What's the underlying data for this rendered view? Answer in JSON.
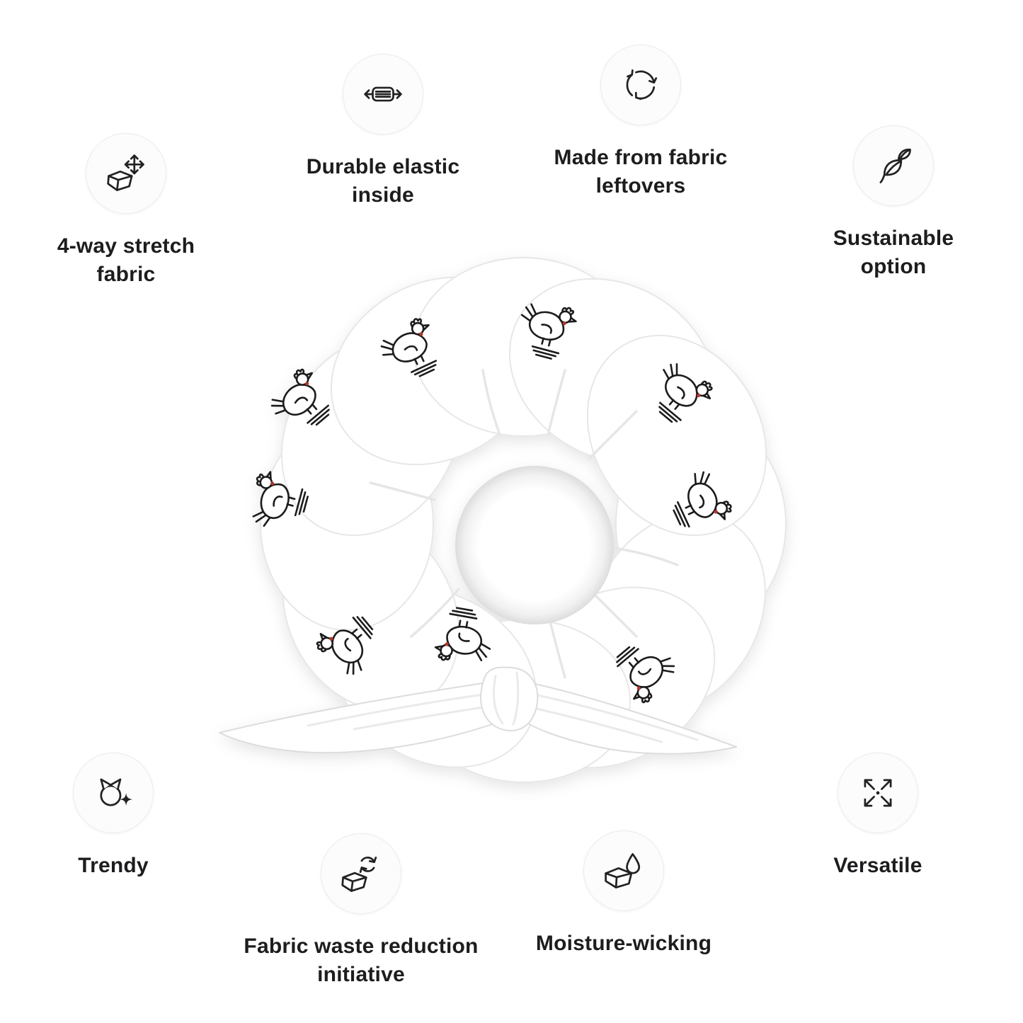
{
  "page": {
    "background": "#ffffff"
  },
  "colors": {
    "text": "#1d1d1f",
    "icon_stroke": "#222222",
    "icon_circle_fill": "#fcfcfc",
    "icon_circle_border": "#ececec",
    "wattle_red": "#b3392f"
  },
  "features": [
    {
      "id": "stretch",
      "label": "4-way stretch fabric",
      "icon": "stretch-icon"
    },
    {
      "id": "elastic",
      "label": "Durable elastic inside",
      "icon": "elastic-icon"
    },
    {
      "id": "leftovers",
      "label": "Made from fabric leftovers",
      "icon": "recycle-icon"
    },
    {
      "id": "sustainable",
      "label": "Sustainable option",
      "icon": "leaves-icon"
    },
    {
      "id": "trendy",
      "label": "Trendy",
      "icon": "trendy-sparkle-icon"
    },
    {
      "id": "waste",
      "label": "Fabric waste reduction initiative",
      "icon": "fabric-recycle-icon"
    },
    {
      "id": "moisture",
      "label": "Moisture-wicking",
      "icon": "moisture-icon"
    },
    {
      "id": "versatile",
      "label": "Versatile",
      "icon": "expand-arrows-icon"
    }
  ],
  "center_graphic": {
    "name": "white-scrunchie-with-bow",
    "pattern": "chicken-logo-pattern"
  }
}
